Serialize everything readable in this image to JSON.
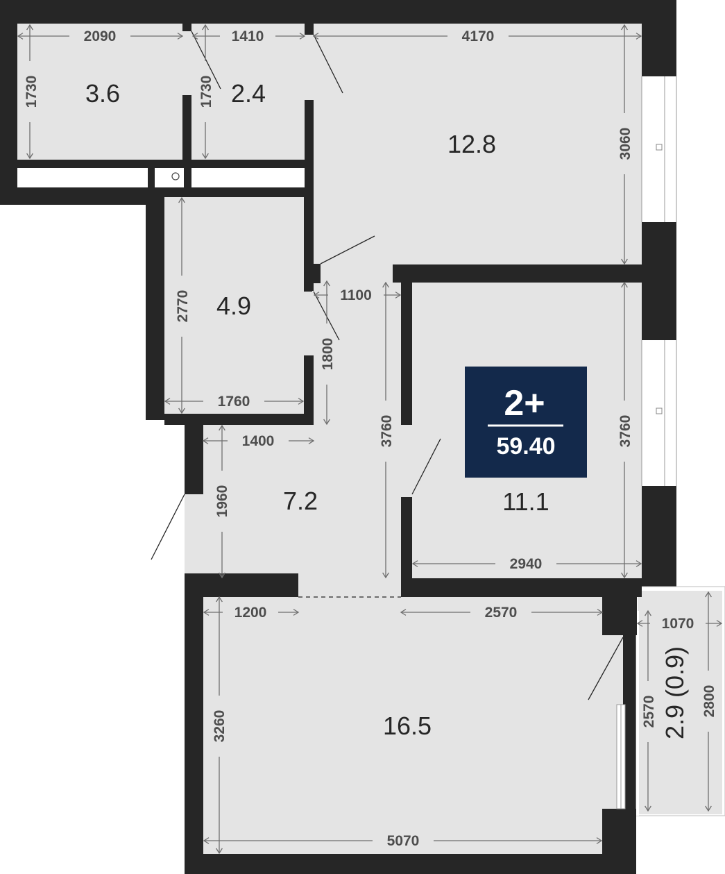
{
  "badge": {
    "rooms": "2+",
    "total_area": "59.40"
  },
  "areas": {
    "room_top_left": "3.6",
    "room_top_mid": "2.4",
    "room_top_right": "12.8",
    "room_mid_left": "4.9",
    "room_mid_right": "11.1",
    "corridor": "7.2",
    "room_bottom": "16.5",
    "balcony": "2.9 (0.9)"
  },
  "dimensions": {
    "d2090": "2090",
    "d1410": "1410",
    "d4170": "4170",
    "d1730a": "1730",
    "d1730b": "1730",
    "d3060": "3060",
    "d2770": "2770",
    "d1760": "1760",
    "d1100": "1100",
    "d1800": "1800",
    "d3760a": "3760",
    "d3760b": "3760",
    "d1400": "1400",
    "d1960": "1960",
    "d2940": "2940",
    "d1200": "1200",
    "d2570a": "2570",
    "d1070": "1070",
    "d3260": "3260",
    "d2570b": "2570",
    "d2800": "2800",
    "d5070": "5070"
  }
}
